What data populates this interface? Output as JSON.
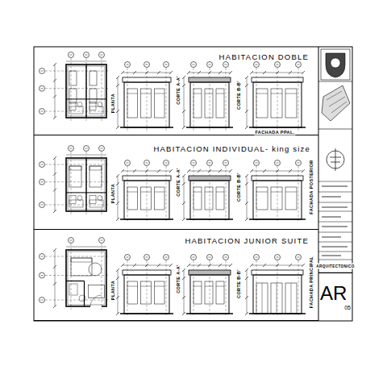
{
  "diagram": {
    "nodes": [
      {
        "text": [
          "HABITACION DOBLE"
        ]
      },
      {
        "text": [
          "HABITACION INDIVIDUAL- king size"
        ]
      },
      {
        "text": [
          "HABITACION JUNIOR SUITE"
        ]
      },
      {
        "text": [
          "AR",
          "05"
        ]
      }
    ],
    "labels": [
      "PLANTA",
      "CORTE A-A'",
      "CORTE B-B'",
      "FACHADA PPAL.",
      "PLANTA",
      "CORTE A-A'",
      "CORTE B-B'",
      "FACHADA POSTERIOR",
      "PLANTA",
      "CORTE A-A'",
      "CORTE B-B'",
      "FACHADA PRINCIPAL",
      "ARQUITECTONICO"
    ]
  }
}
